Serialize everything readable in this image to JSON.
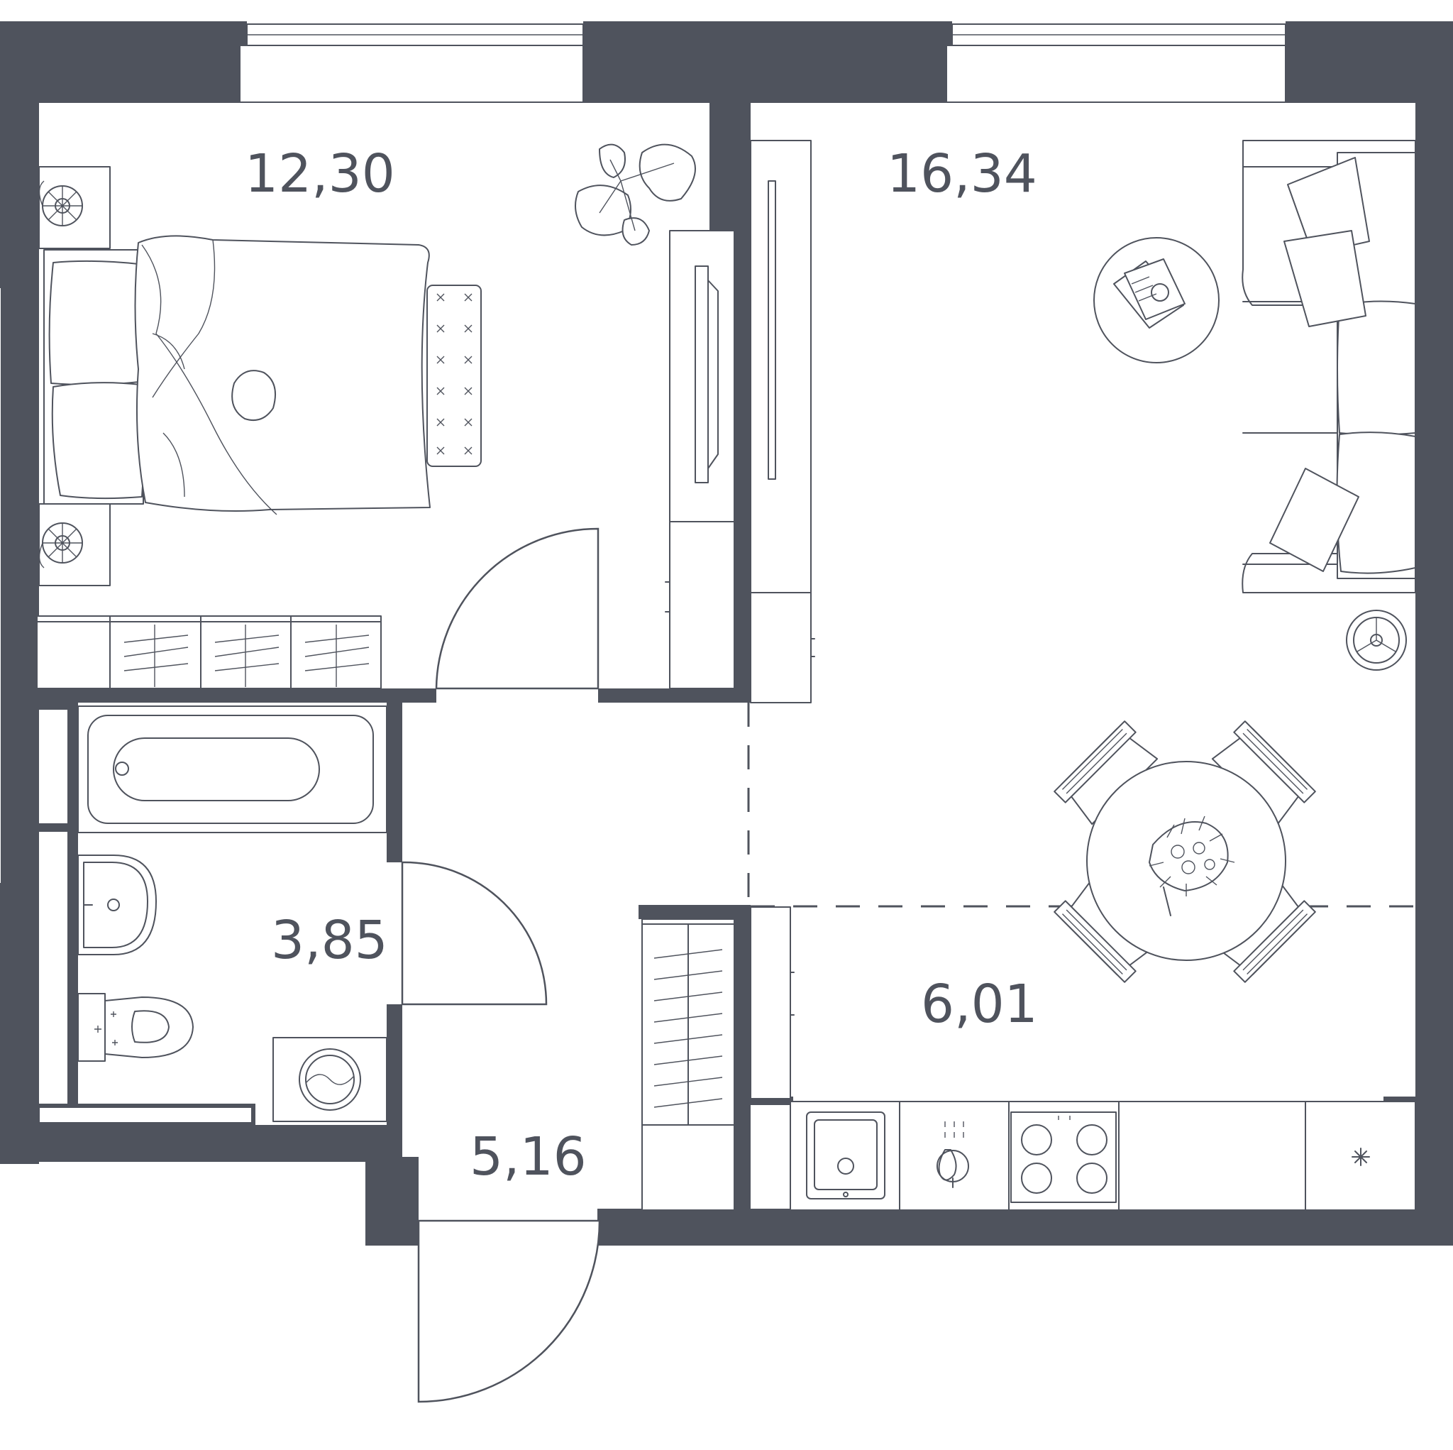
{
  "plan": {
    "rooms": [
      {
        "id": "bedroom",
        "area": "12,30"
      },
      {
        "id": "living",
        "area": "16,34"
      },
      {
        "id": "bathroom",
        "area": "3,85"
      },
      {
        "id": "kitchen",
        "area": "6,01"
      },
      {
        "id": "hallway",
        "area": "5,16"
      }
    ]
  },
  "colors": {
    "wall": "#4f535d",
    "line": "#4f535d",
    "background": "#ffffff"
  }
}
